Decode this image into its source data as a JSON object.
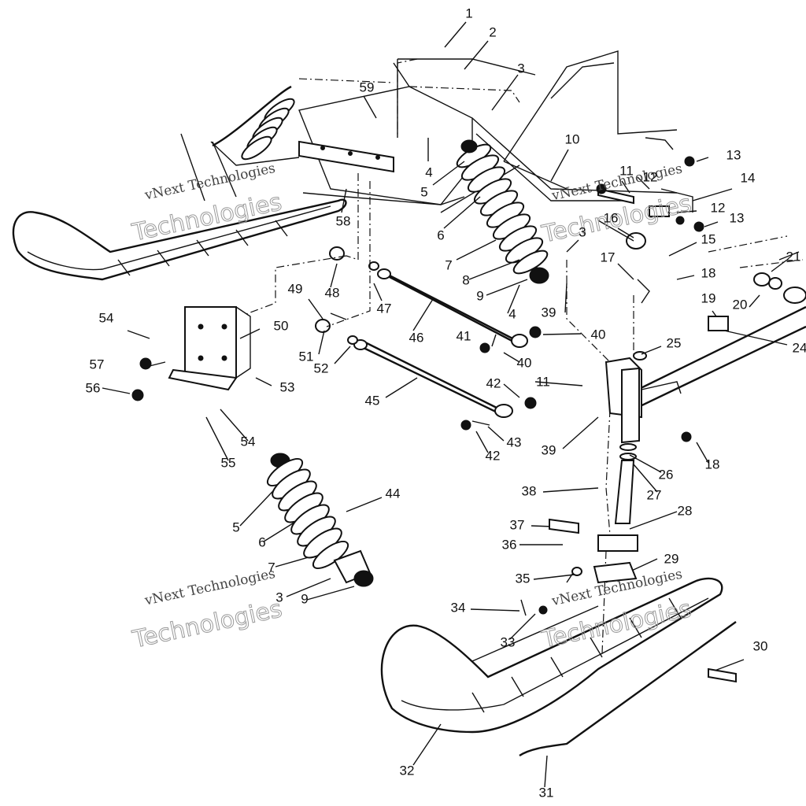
{
  "watermarks": [
    {
      "line1": "vNext Technologies",
      "line2": "Technologies"
    },
    {
      "line1": "vNext Technologies",
      "line2": "Technologies"
    },
    {
      "line1": "vNext Technologies",
      "line2": "Technologies"
    },
    {
      "line1": "vNext Technologies",
      "line2": "Technologies"
    }
  ],
  "callouts": [
    "1",
    "2",
    "3",
    "59",
    "4",
    "5",
    "6",
    "58",
    "10",
    "11",
    "12",
    "13",
    "14",
    "12",
    "13",
    "16",
    "15",
    "3",
    "7",
    "8",
    "9",
    "4",
    "17",
    "18",
    "21",
    "19",
    "20",
    "39",
    "48",
    "47",
    "49",
    "46",
    "54",
    "50",
    "41",
    "40",
    "25",
    "24",
    "57",
    "51",
    "52",
    "40",
    "56",
    "53",
    "42",
    "11",
    "45",
    "39",
    "42",
    "43",
    "55",
    "54",
    "26",
    "18",
    "27",
    "38",
    "44",
    "28",
    "5",
    "37",
    "6",
    "36",
    "7",
    "29",
    "3",
    "9",
    "35",
    "34",
    "33",
    "30",
    "32",
    "31"
  ]
}
